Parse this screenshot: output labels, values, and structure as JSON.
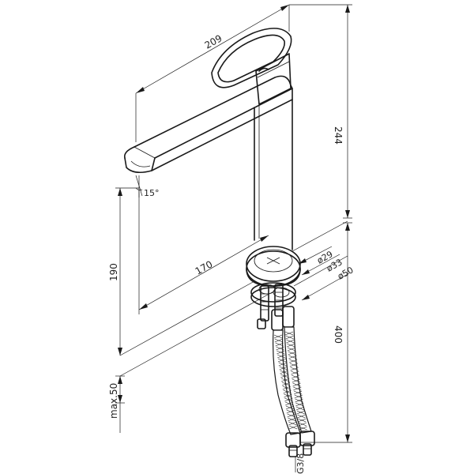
{
  "dimensions": {
    "spout_length": "209",
    "body_height": "244",
    "spout_angle": "15°",
    "spout_reach": "170",
    "outlet_height": "190",
    "dia_inner": "ø29",
    "dia_mid": "ø33",
    "dia_base": "ø50",
    "hose_length": "400",
    "max_deck": "max.50",
    "thread": "G3/8"
  },
  "colors": {
    "line": "#1a1a1a",
    "background": "#ffffff"
  }
}
